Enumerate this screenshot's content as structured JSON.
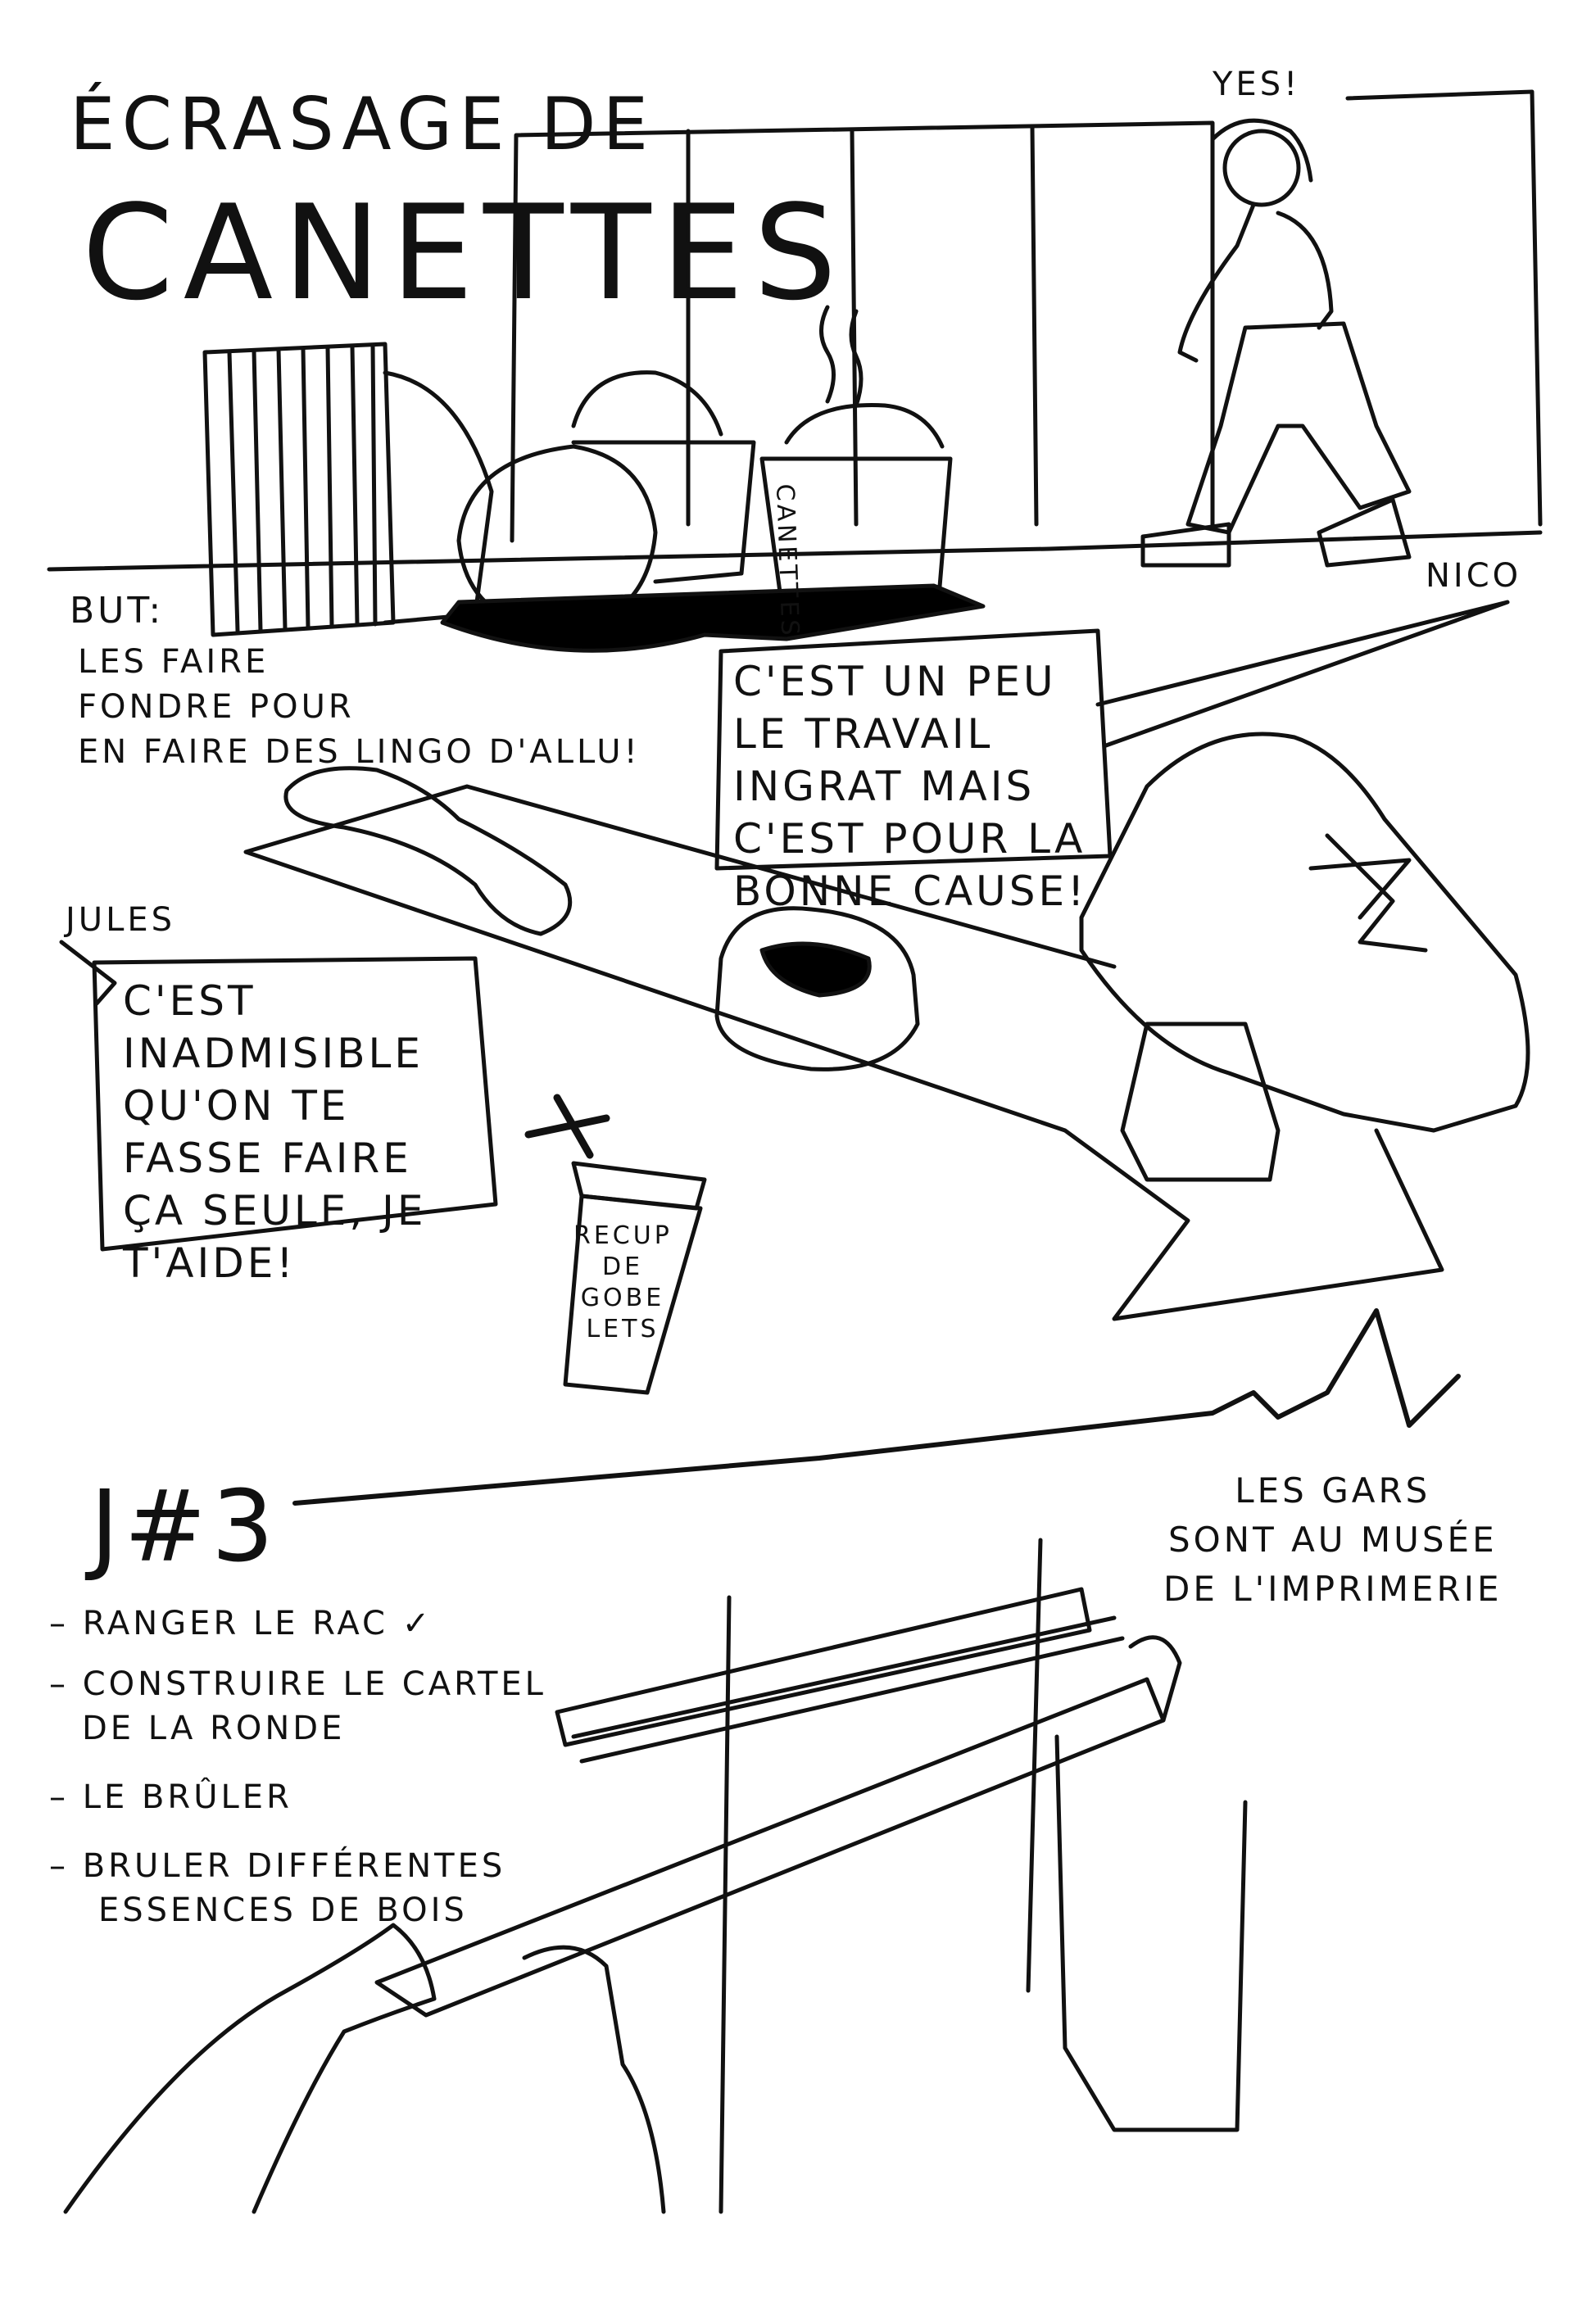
{
  "title": {
    "line1": "ÉCRASAGE DE",
    "line2": "CANETTES"
  },
  "bin_label": "CANETTES",
  "exclamation": "YES!",
  "characters": {
    "left": "JULES",
    "right": "NICO"
  },
  "goal": {
    "label": "BUT:",
    "lines": [
      "LES FAIRE",
      "FONDRE POUR",
      "EN FAIRE DES LINGO D'ALLU!"
    ]
  },
  "speech": {
    "nico": "C'EST UN PEU LE TRAVAIL INGRAT MAIS C'EST POUR LA BONNE CAUSE!",
    "jules": "C'EST INADMISIBLE QU'ON TE FASSE FAIRE ÇA SEULE, JE T'AIDE!"
  },
  "plus_sign": "+",
  "cup_label": [
    "RECUP",
    "DE",
    "GOBE",
    "LETS"
  ],
  "day": {
    "label": "J#3"
  },
  "todo": {
    "items": [
      {
        "text": "RANGER LE RAC ✓"
      },
      {
        "text": "CONSTRUIRE LE CARTEL",
        "text2": "DE LA RONDE"
      },
      {
        "text": "LE BRÛLER"
      },
      {
        "text": "BRULER DIFFÉRENTES",
        "text2": "ESSENCES DE BOIS"
      }
    ]
  },
  "note": [
    "LES GARS",
    "SONT AU MUSÉE",
    "DE L'IMPRIMERIE"
  ],
  "colors": {
    "ink": "#111111",
    "paper": "#ffffff",
    "shadow": "#000000"
  }
}
